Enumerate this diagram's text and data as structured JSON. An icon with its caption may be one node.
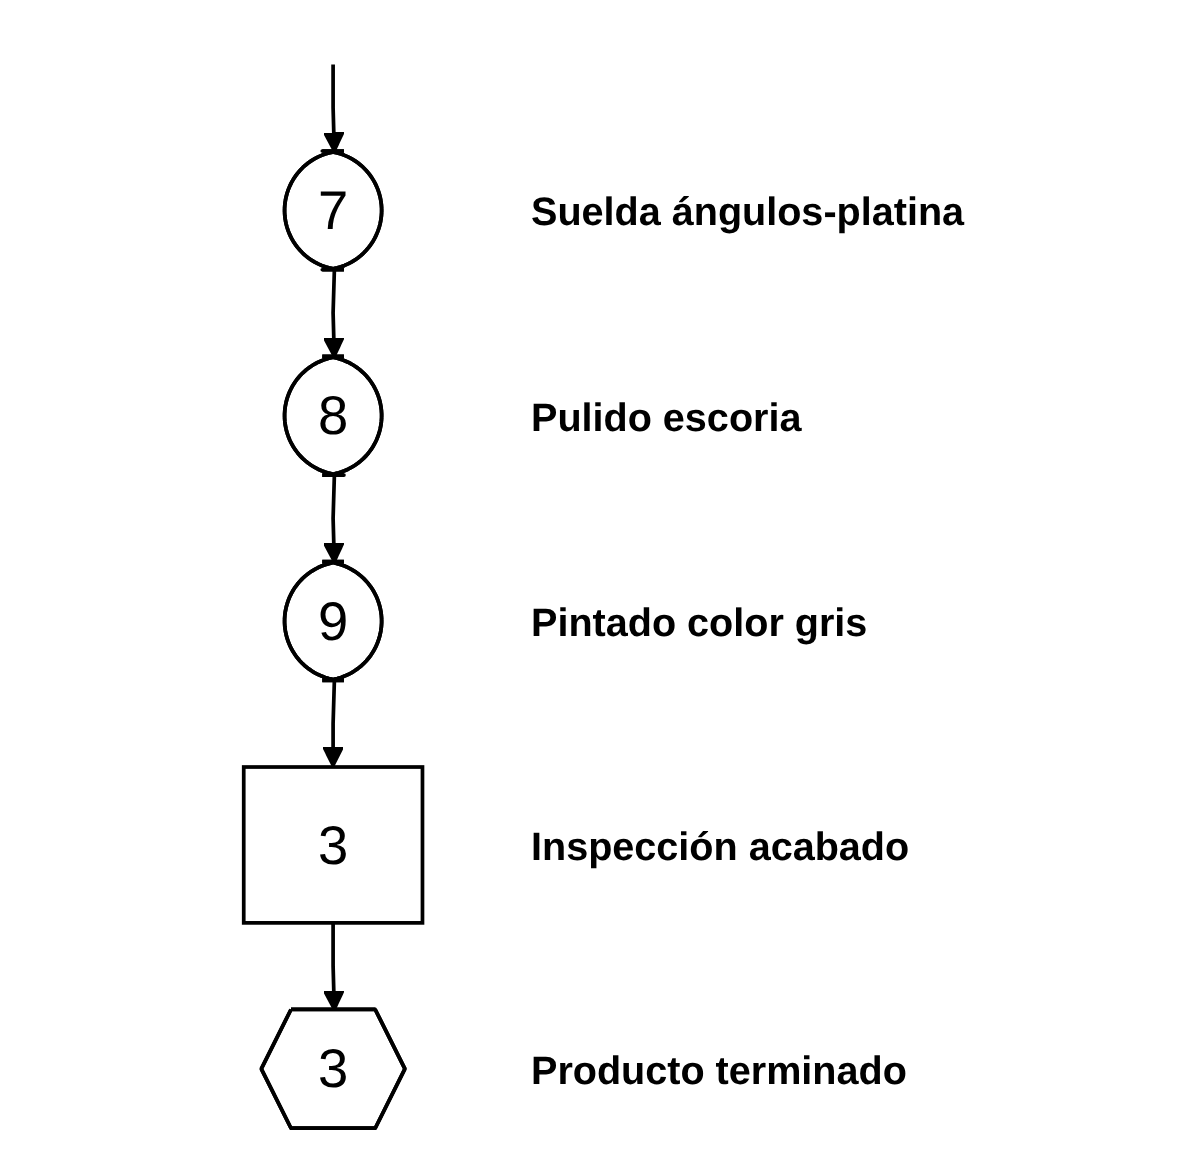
{
  "diagram": {
    "nodes": [
      {
        "text": [
          "7"
        ],
        "beside": [
          "Suelda ángulos-platina"
        ]
      },
      {
        "text": [
          "8"
        ],
        "beside": [
          "Pulido escoria"
        ]
      },
      {
        "text": [
          "9"
        ],
        "beside": [
          "Pintado color gris"
        ]
      },
      {
        "text": [
          "3"
        ],
        "beside": [
          "Inspección acabado"
        ]
      },
      {
        "text": [
          "3"
        ],
        "beside": [
          "Producto terminado"
        ]
      }
    ],
    "edges": [
      {
        "from": null,
        "to": 0,
        "arrow": "to"
      },
      {
        "from": 0,
        "to": 1,
        "arrow": "to"
      },
      {
        "from": 1,
        "to": 2,
        "arrow": "to"
      },
      {
        "from": 2,
        "to": 3,
        "arrow": "to"
      },
      {
        "from": 3,
        "to": 4,
        "arrow": "to"
      }
    ]
  }
}
